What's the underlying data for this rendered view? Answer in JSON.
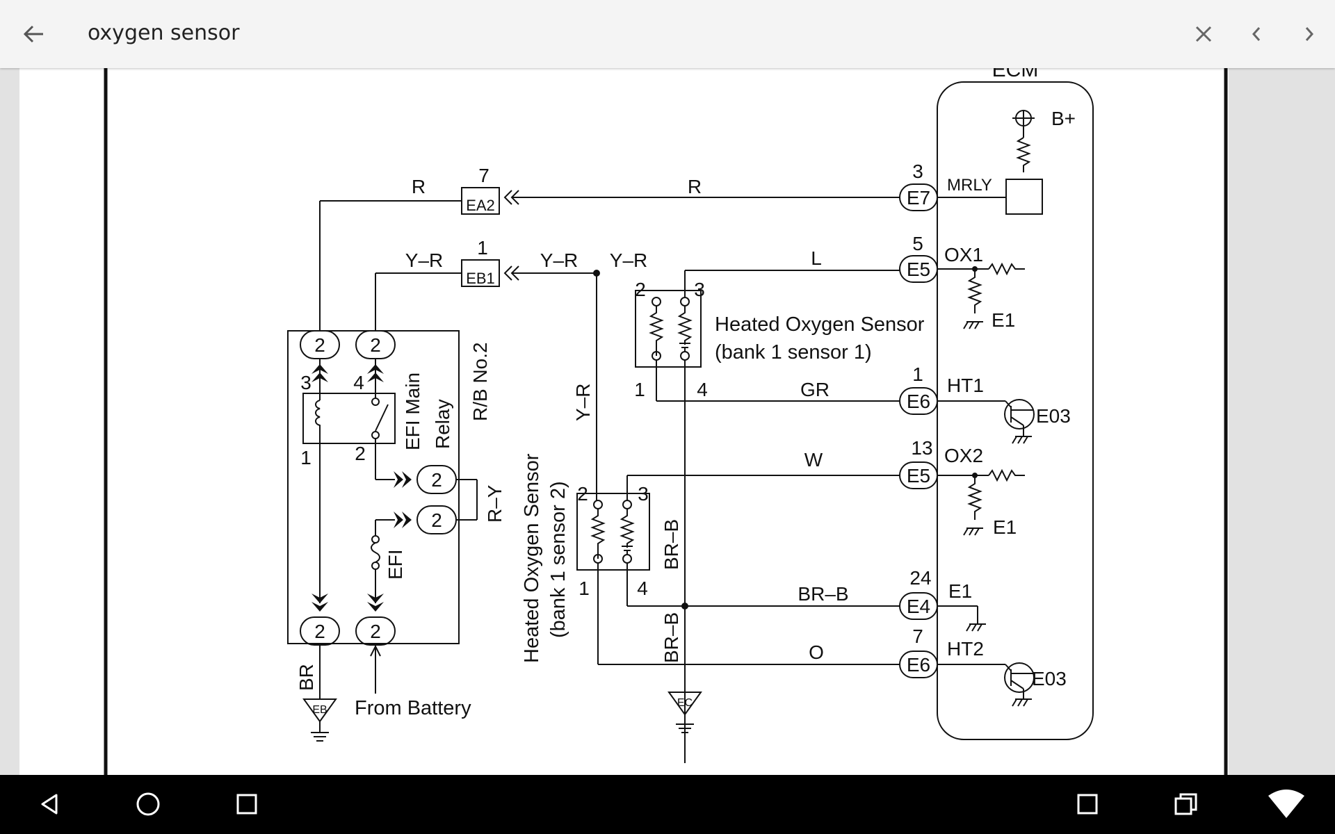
{
  "search": {
    "query": "oxygen sensor"
  },
  "diagram": {
    "ecm_label": "ECM",
    "b_plus": "B+",
    "mrly": "MRLY",
    "ox1": "OX1",
    "ox2": "OX2",
    "ht1": "HT1",
    "ht2": "HT2",
    "e1": "E1",
    "e03": "E03",
    "pin_e7": "E7",
    "pin_e7_num": "3",
    "pin_e5a": "E5",
    "pin_e5a_num": "5",
    "pin_e6a": "E6",
    "pin_e6a_num": "1",
    "pin_e5b": "E5",
    "pin_e5b_num": "13",
    "pin_e4": "E4",
    "pin_e4_num": "24",
    "pin_e6b": "E6",
    "pin_e6b_num": "7",
    "wire_r": "R",
    "wire_yr": "Y–R",
    "wire_l": "L",
    "wire_gr": "GR",
    "wire_w": "W",
    "wire_brb": "BR–B",
    "wire_o": "O",
    "wire_br": "BR",
    "wire_ry": "R–Y",
    "conn_ea2": "EA2",
    "conn_ea2_num": "7",
    "conn_eb1": "EB1",
    "conn_eb1_num": "1",
    "sensor1_line1": "Heated Oxygen Sensor",
    "sensor1_line2": "(bank 1 sensor 1)",
    "sensor2_line1": "Heated Oxygen Sensor",
    "sensor2_line2": "(bank 1 sensor 2)",
    "relay_line1": "EFI Main",
    "relay_line2": "Relay",
    "rb_no2": "R/B No.2",
    "efi_fuse": "EFI",
    "from_battery": "From Battery",
    "ground_eb": "EB",
    "ground_ec": "EC",
    "term_2": "2",
    "pin_1": "1",
    "pin_2": "2",
    "pin_3": "3",
    "pin_4": "4"
  },
  "icons": {
    "back": "arrow-left-icon",
    "close": "close-icon",
    "prev": "chevron-left-icon",
    "next": "chevron-right-icon",
    "nav_back": "nav-back-icon",
    "nav_home": "nav-home-icon",
    "nav_recents": "nav-recents-icon",
    "fullscreen": "square-icon",
    "multiwindow": "multiwindow-icon",
    "wifi": "wifi-icon"
  }
}
